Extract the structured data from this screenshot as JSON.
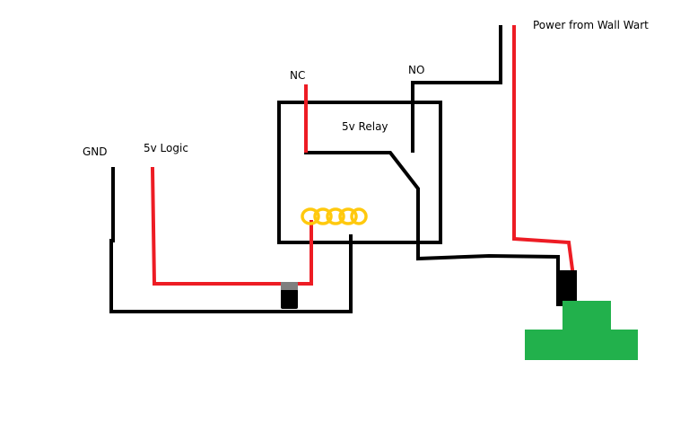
{
  "labels": {
    "power": "Power from Wall Wart",
    "no": "NO",
    "nc": "NC",
    "relay": "5v Relay",
    "gnd": "GND",
    "logic": "5v Logic"
  },
  "colors": {
    "background": "#ffffff",
    "wire_black": "#000000",
    "wire_red": "#ed1c24",
    "coil": "#ffc90e",
    "load": "#22b14c",
    "transistor_top": "#7f7f7f"
  }
}
